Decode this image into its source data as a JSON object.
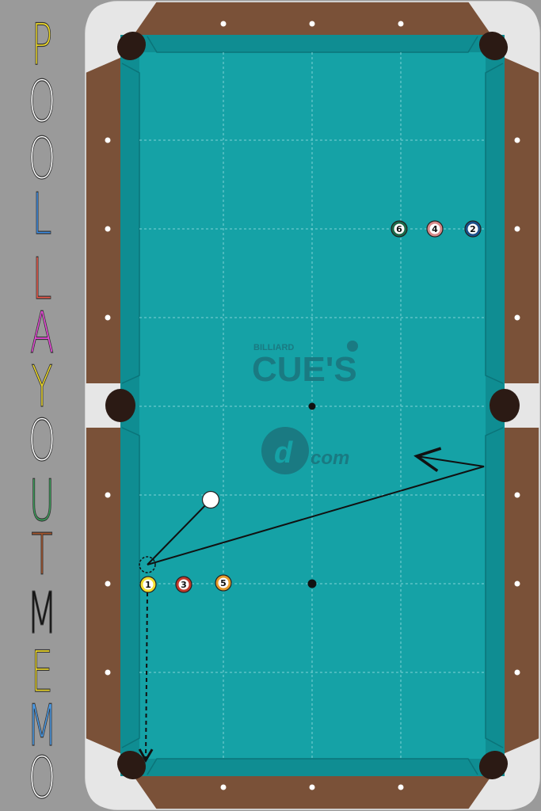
{
  "app_title": {
    "letters": [
      {
        "ch": "P",
        "color": "#f1dc2a"
      },
      {
        "ch": "O",
        "color": "#ffffff"
      },
      {
        "ch": "O",
        "color": "#ffffff"
      },
      {
        "ch": "L",
        "color": "#3b8ee8"
      },
      {
        "ch": "L",
        "color": "#f05a4a"
      },
      {
        "ch": "A",
        "color": "#e84bd8"
      },
      {
        "ch": "Y",
        "color": "#f1dc2a"
      },
      {
        "ch": "O",
        "color": "#ffffff"
      },
      {
        "ch": "U",
        "color": "#3aa05a"
      },
      {
        "ch": "T",
        "color": "#a8552a"
      },
      {
        "ch": "M",
        "color": "#141414"
      },
      {
        "ch": "E",
        "color": "#f1dc2a"
      },
      {
        "ch": "M",
        "color": "#4a9be8"
      },
      {
        "ch": "O",
        "color": "#ffffff"
      }
    ]
  },
  "watermark": {
    "billiard": "BILLIARD",
    "cues": "CUE'S",
    "com": "com"
  },
  "colors": {
    "felt": "#15a2a6",
    "rail_wood": "#7a5138",
    "pocket_plate": "#e6e6e6",
    "pocket": "#2b1a14",
    "watermark": "#1a7a82"
  },
  "balls": [
    {
      "label": "6",
      "color": "#1d6a4a",
      "stripe": true
    },
    {
      "label": "4",
      "color": "#d88a8a",
      "stripe": true
    },
    {
      "label": "2",
      "color": "#1a4f8a",
      "stripe": true
    },
    {
      "label": "1",
      "color": "#f3de2e",
      "stripe": true
    },
    {
      "label": "3",
      "color": "#c0392b",
      "stripe": true
    },
    {
      "label": "5",
      "color": "#e69a2a",
      "stripe": true
    },
    {
      "label": "",
      "color": "#ffffff",
      "cue": true
    }
  ]
}
